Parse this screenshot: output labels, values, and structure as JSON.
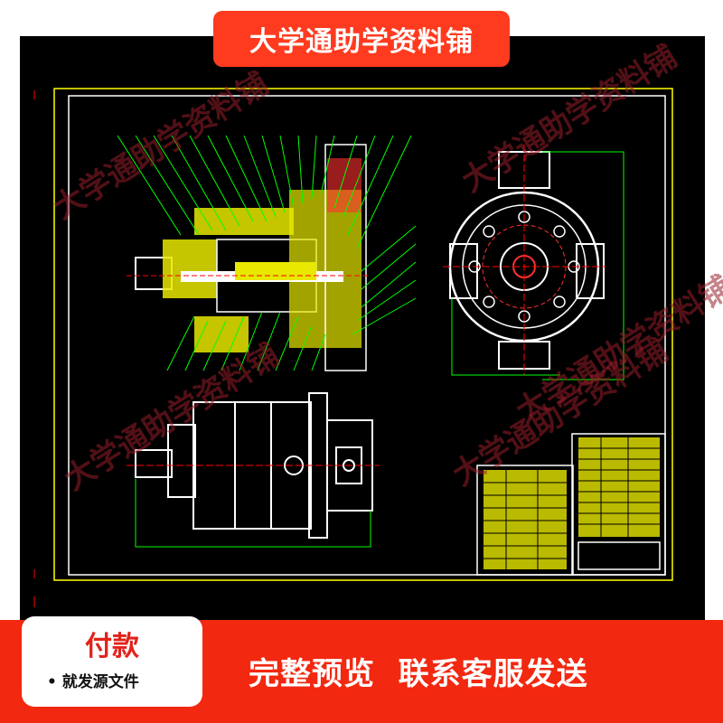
{
  "banner": {
    "title": "大学通助学资料铺"
  },
  "watermarks": [
    {
      "id": "wm-1",
      "text": "大学通助学资料铺"
    },
    {
      "id": "wm-2",
      "text": "大学通助学资料铺"
    },
    {
      "id": "wm-3",
      "text": "大学通助学资料铺"
    },
    {
      "id": "wm-4",
      "text": "大学通助学资料铺"
    },
    {
      "id": "wm-5",
      "text": "大学通助学资料铺"
    }
  ],
  "payment": {
    "title": "付款",
    "subtitle": "• 就发源文件"
  },
  "footer": {
    "message": "完整预览  联系客服发送"
  },
  "colors": {
    "accent": "#f22810",
    "canvas": "#000000",
    "line_white": "#ffffff",
    "line_yellow": "#ffff00",
    "line_green": "#00ff00",
    "line_red": "#ff0000"
  }
}
